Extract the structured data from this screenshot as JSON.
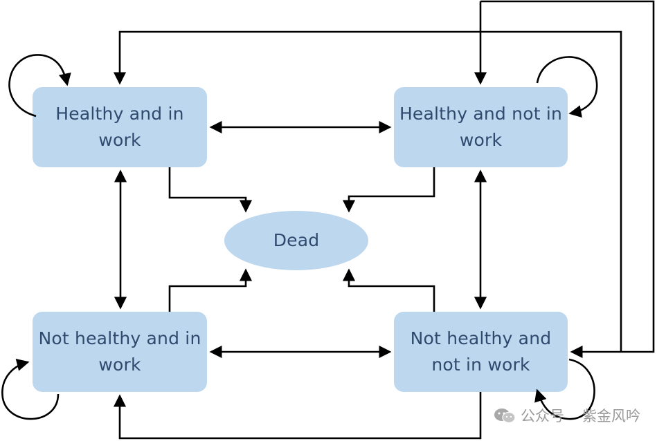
{
  "states": {
    "healthy_in_work": "Healthy and in\nwork",
    "healthy_not_in_work": "Healthy and not in\nwork",
    "not_healthy_in_work": "Not healthy and in\nwork",
    "not_healthy_not_in_work": "Not healthy and\nnot in work",
    "dead": "Dead"
  },
  "watermark": {
    "account_type": "公众号",
    "account_name": "紫金风吟",
    "icon": "wechat-icon"
  },
  "colors": {
    "state_fill": "#bdd7ee",
    "state_text": "#2f4a6e",
    "arrow": "#000000"
  }
}
